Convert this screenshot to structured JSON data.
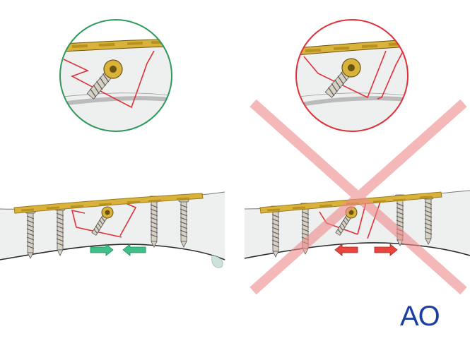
{
  "panels": [
    {
      "id": "correct",
      "verdict": "correct",
      "ring_color": "#2e9a5a",
      "arrow_color": "#3fc08a",
      "arrow_direction": "converging"
    },
    {
      "id": "incorrect",
      "verdict": "incorrect",
      "ring_color": "#e0303a",
      "arrow_color": "#e8453c",
      "arrow_direction": "diverging",
      "cross_color": "#f08a8a"
    }
  ],
  "colors": {
    "plate": "#d9b23c",
    "plate_dark": "#9a7a1a",
    "screw": "#c9c4b6",
    "bone_fill": "#eef0f0",
    "bone_outline": "#2a2a2a",
    "fracture": "#e0303a"
  },
  "icons": [
    "plate-icon",
    "screw-icon",
    "fracture-line-icon",
    "compression-arrow-icon",
    "x-mark-icon"
  ],
  "logo": "AO"
}
